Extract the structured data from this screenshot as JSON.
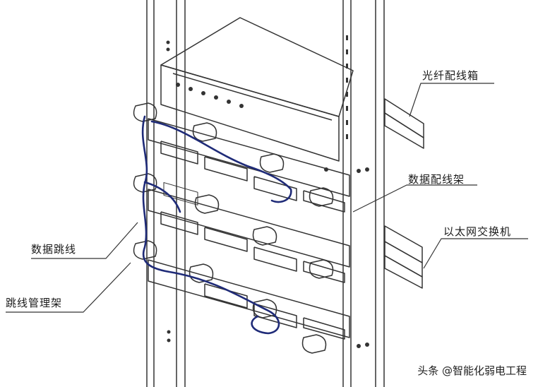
{
  "labels": {
    "fiber_box": "光纤配线箱",
    "data_patch_panel": "数据配线架",
    "ethernet_switch": "以太网交换机",
    "data_patch_cord": "数据跳线",
    "cable_manager": "跳线管理架"
  },
  "watermark": "头条 @智能化弱电工程",
  "colors": {
    "line": "#333333",
    "patch_cord": "#1f2b78",
    "background": "#ffffff"
  }
}
